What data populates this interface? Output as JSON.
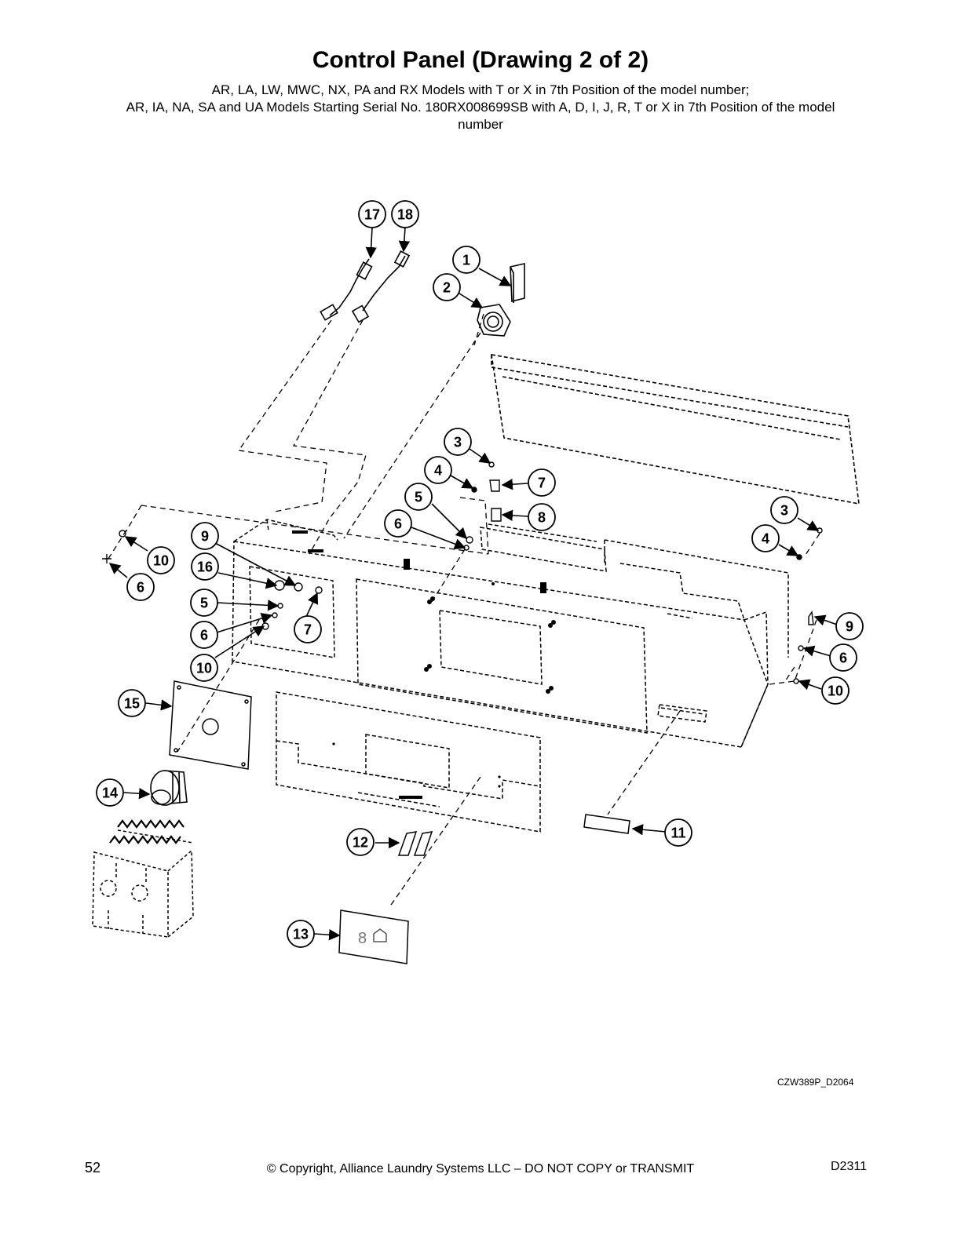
{
  "header": {
    "title": "Control Panel (Drawing 2 of 2)",
    "subtitle_line1": "AR, LA, LW, MWC, NX, PA and RX Models with T or X in 7th Position of the model number;",
    "subtitle_line2": "AR, IA, NA, SA and UA Models Starting Serial No. 180RX008699SB  with A, D, I, J, R, T or X in 7th Position of the model",
    "subtitle_line3": "number"
  },
  "callouts": [
    "17",
    "18",
    "1",
    "2",
    "3",
    "4",
    "7",
    "5",
    "8",
    "6",
    "3",
    "4",
    "10",
    "6",
    "9",
    "16",
    "5",
    "7",
    "6",
    "10",
    "9",
    "6",
    "10",
    "15",
    "14",
    "11",
    "12",
    "13"
  ],
  "labels": {
    "part13_digit": "8"
  },
  "drawing_id": "CZW389P_D2064",
  "footer": {
    "page_number": "52",
    "copyright": "© Copyright, Alliance Laundry Systems LLC – DO NOT COPY or TRANSMIT",
    "doc_code": "D2311"
  }
}
